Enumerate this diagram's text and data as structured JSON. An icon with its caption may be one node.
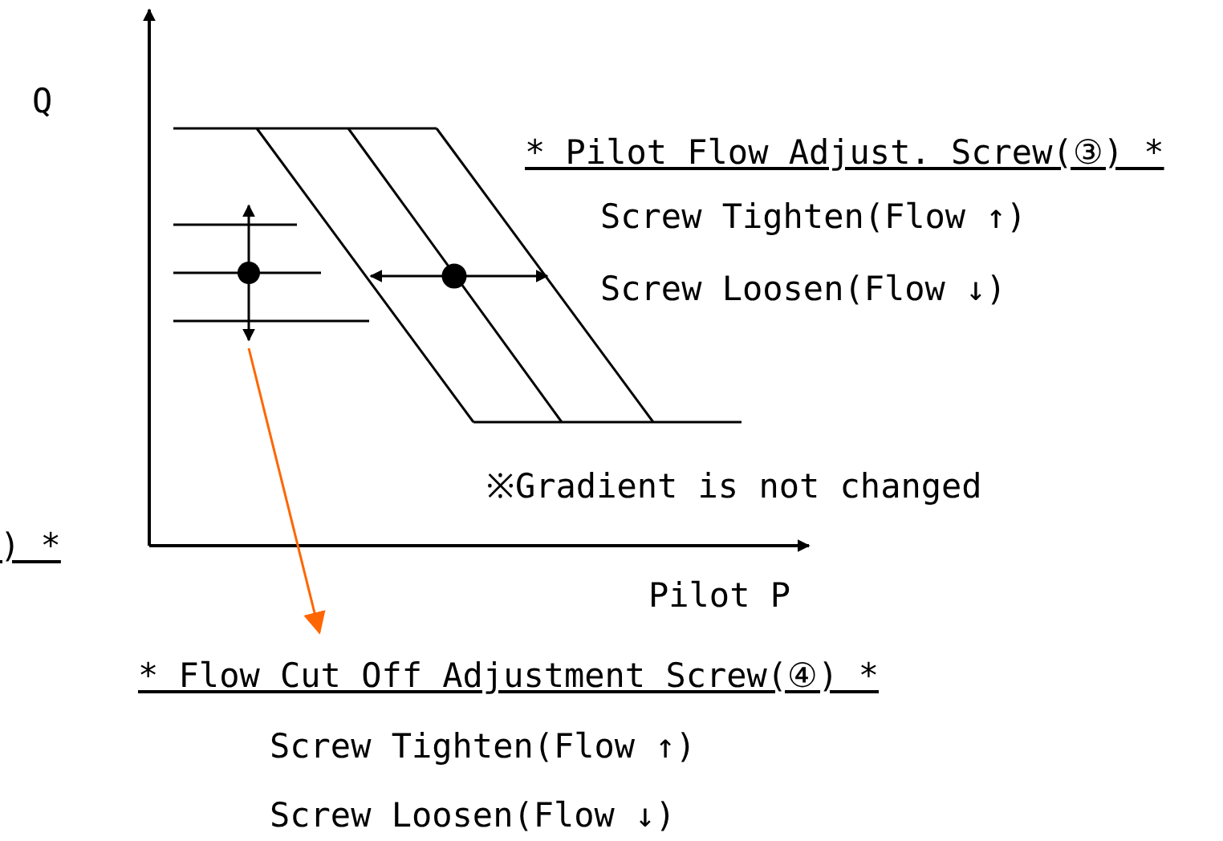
{
  "diagram": {
    "nodes": [
      {
        "text": [],
        "shape": "picture"
      },
      {
        "text": [
          "* Flow Cut Off Adjustment Screw(④) *",
          "Screw Tighten(Flow ↑)",
          "Screw Loosen(Flow ↓)"
        ]
      }
    ],
    "edges": [
      {
        "from": 0,
        "to": 1,
        "arrow": "to",
        "color": "#ff6600"
      }
    ],
    "labels": [
      "Q",
      "* Pilot Flow Adjust. Screw(③) *",
      "Screw Tighten(Flow ↑)",
      "Screw Loosen(Flow ↓)",
      "※Gradient is not changed",
      ") *",
      "Pilot P"
    ]
  }
}
